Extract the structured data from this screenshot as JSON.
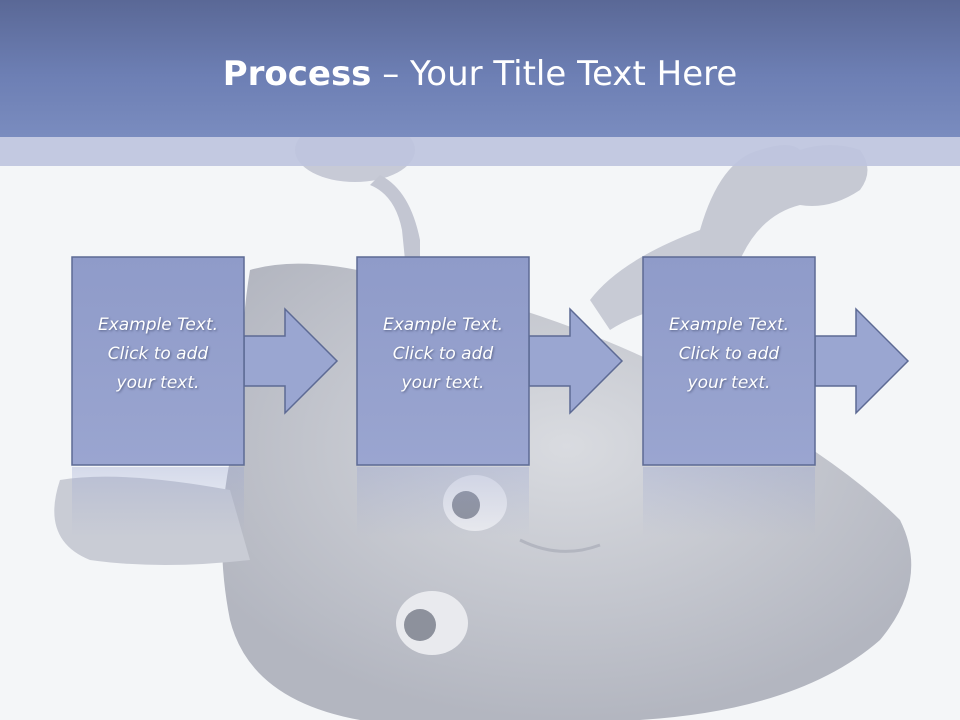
{
  "title": {
    "bold": "Process",
    "rest": " – Your Title Text Here"
  },
  "steps": [
    {
      "line1": "Example Text.",
      "line2": "Click  to add",
      "line3": "your text."
    },
    {
      "line1": "Example Text.",
      "line2": "Click  to add",
      "line3": "your text."
    },
    {
      "line1": "Example Text.",
      "line2": "Click  to add",
      "line3": "your text."
    }
  ],
  "colors": {
    "title_bar": "#6d7fb4",
    "box_fill": "#94a0cc",
    "box_stroke": "#5d6a94",
    "arrow_fill": "#9aa6d1"
  }
}
